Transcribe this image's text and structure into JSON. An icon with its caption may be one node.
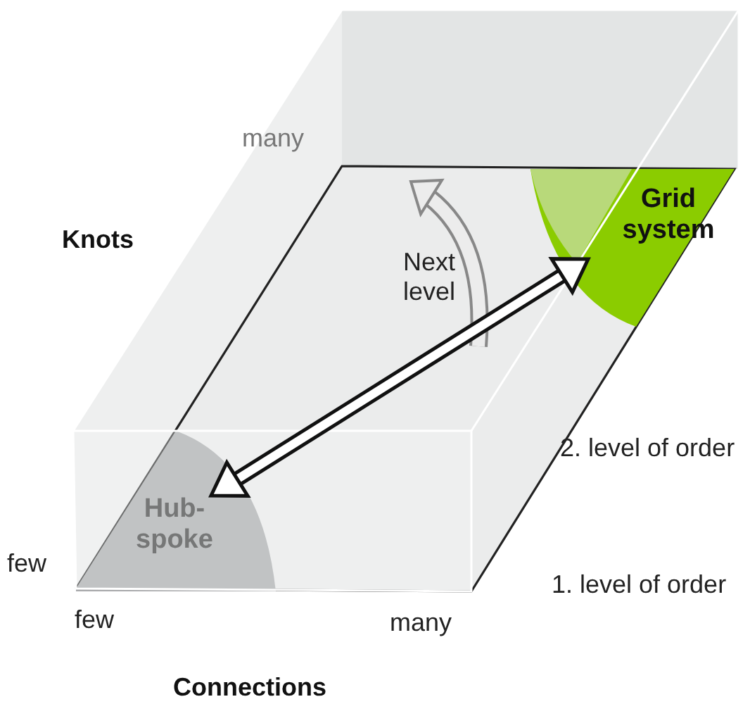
{
  "diagram": {
    "nodes": [
      {
        "text": [
          "Grid system"
        ]
      },
      {
        "text": [
          "Hub-spoke"
        ]
      }
    ],
    "edges": [
      {
        "from": 0,
        "to": 1,
        "arrow": "both"
      }
    ],
    "labels": [
      "many",
      "Knots",
      "Next level",
      "2. level of order",
      "few",
      "1. level of order",
      "few",
      "many",
      "Connections"
    ]
  }
}
